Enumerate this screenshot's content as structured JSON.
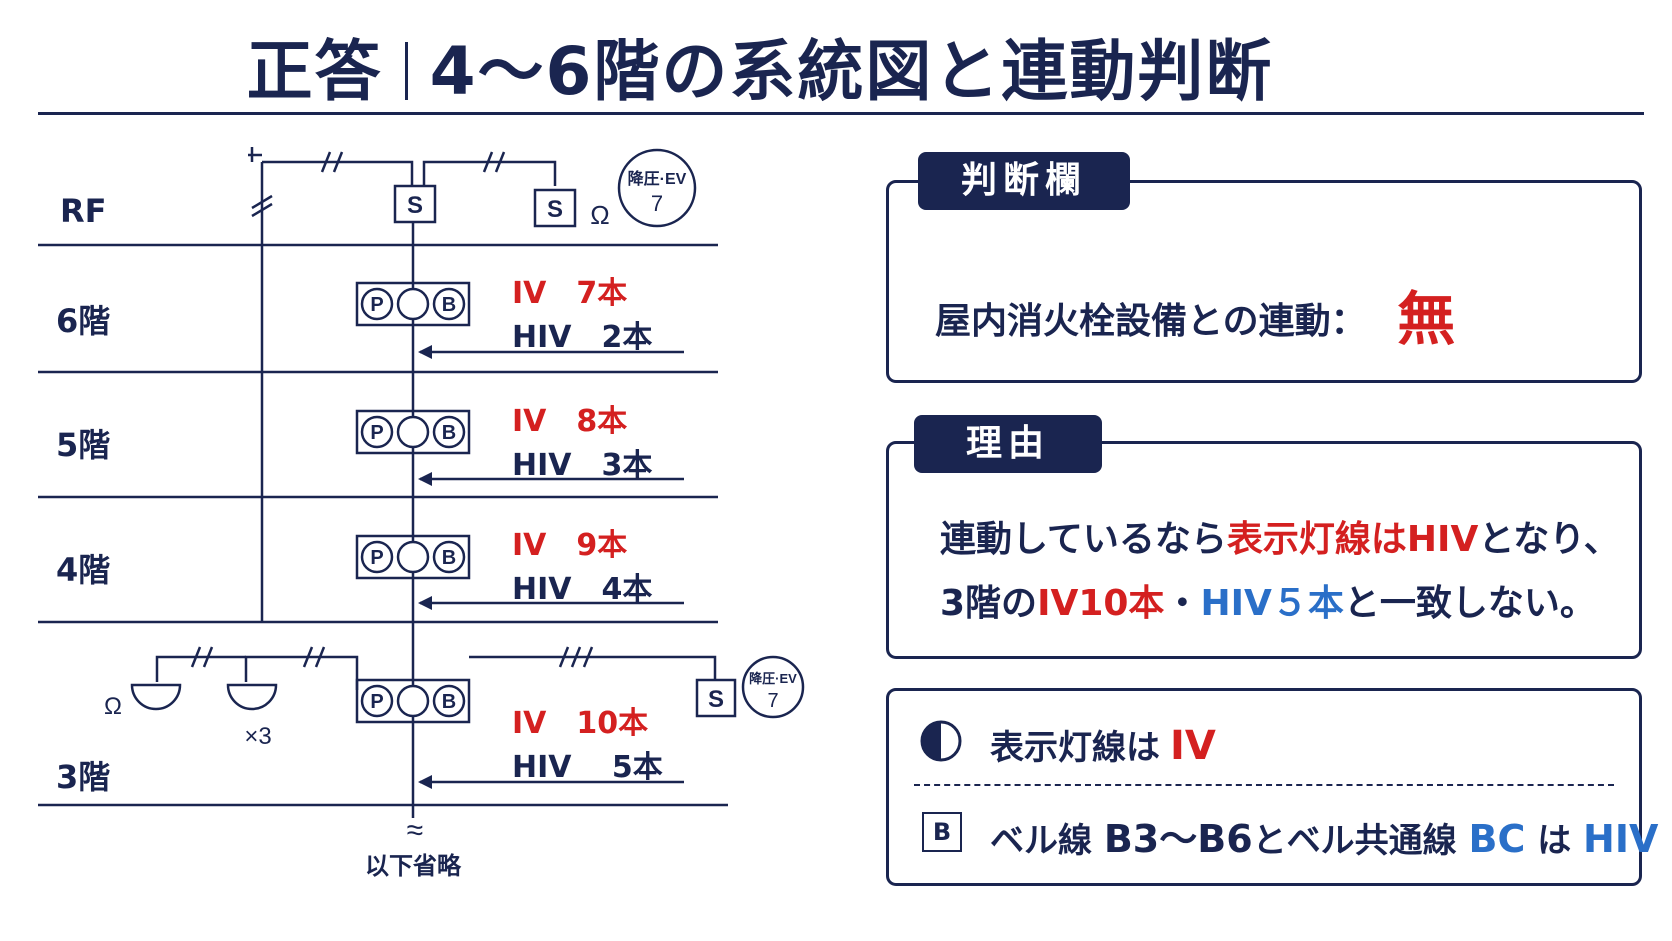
{
  "title": {
    "left": "正答",
    "right": "4～6階の系統図と連動判断"
  },
  "diagram": {
    "floors": [
      "RF",
      "6階",
      "5階",
      "4階",
      "3階"
    ],
    "wires": [
      {
        "iv": "IV　7本",
        "hiv": "HIV　2本"
      },
      {
        "iv": "IV　8本",
        "hiv": "HIV　3本"
      },
      {
        "iv": "IV　9本",
        "hiv": "HIV　4本"
      },
      {
        "iv": "IV　10本",
        "hiv": "HIV　 5本"
      }
    ],
    "pob": {
      "p": "P",
      "b": "B"
    },
    "s_label": "S",
    "omega": "Ω",
    "ev_badge": {
      "top": "降圧·EV",
      "num": "7"
    },
    "times3": "×3",
    "omitted": "以下省略",
    "tilde": "≈"
  },
  "judgment": {
    "tag": "判断欄",
    "label": "屋内消火栓設備との連動：",
    "answer": "無"
  },
  "reason": {
    "tag": "理由",
    "line1_a": "連動しているなら",
    "line1_b": "表示灯線はHIV",
    "line1_c": "となり、",
    "line2_a": "3階の",
    "line2_b": "IV10本",
    "line2_c": "・",
    "line2_d": "HIV５本",
    "line2_e": "と一致しない。"
  },
  "legend": {
    "item1_a": "表示灯線は",
    "item1_b": "IV",
    "item2_icon": "B",
    "item2_a": "ベル線",
    "item2_b": "B3～B6",
    "item2_c": "とベル共通線",
    "item2_d": "BC",
    "item2_e": "は",
    "item2_f": "HIV"
  },
  "colors": {
    "navy": "#1a2550",
    "red": "#d42020",
    "blue": "#2a6fc8"
  }
}
